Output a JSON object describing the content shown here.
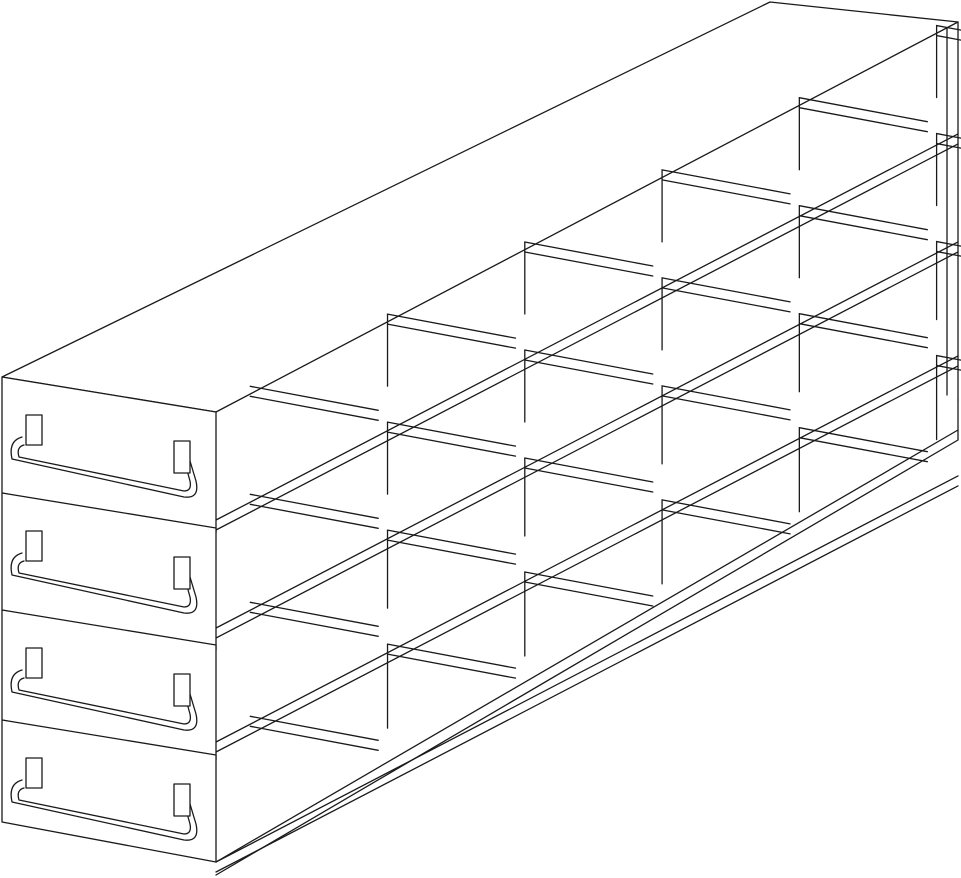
{
  "drawing": {
    "subject": "freezer-rack",
    "line_color": "#1a1a1a",
    "background": "#ffffff",
    "drawer_count": 4,
    "columns_per_shelf": 5,
    "handle_icon": "handle-icon"
  },
  "drawers": [
    {
      "index": 1
    },
    {
      "index": 2
    },
    {
      "index": 3
    },
    {
      "index": 4
    }
  ]
}
